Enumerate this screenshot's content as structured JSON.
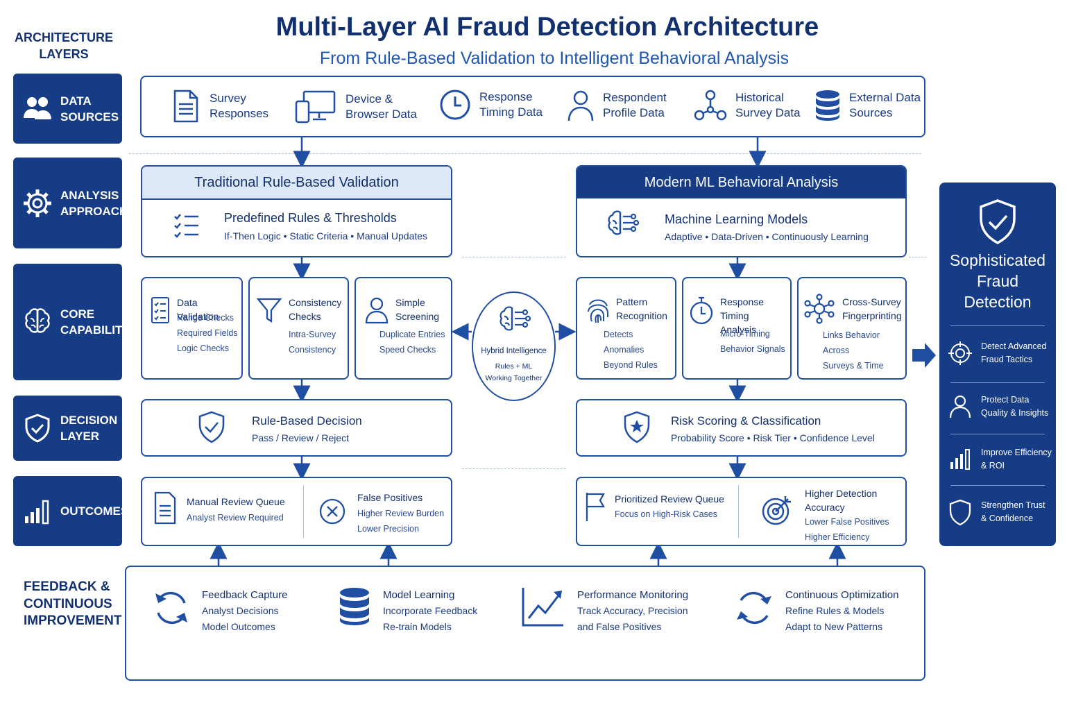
{
  "header": {
    "title": "Multi-Layer AI Fraud Detection Architecture",
    "subtitle": "From Rule-Based Validation to Intelligent Behavioral Analysis"
  },
  "layers": {
    "heading": "ARCHITECTURE\nLAYERS",
    "data_sources": "DATA\nSOURCES",
    "analysis_approach": "ANALYSIS\nAPPROACH",
    "core_capabilities": "CORE\nCAPABILITIES",
    "decision_layer": "DECISION\nLAYER",
    "outcomes": "OUTCOMES",
    "feedback": "FEEDBACK &\nCONTINUOUS\nIMPROVEMENT"
  },
  "sources": [
    {
      "label": "Survey\nResponses",
      "icon": "document-icon"
    },
    {
      "label": "Device &\nBrowser Data",
      "icon": "devices-icon"
    },
    {
      "label": "Response\nTiming Data",
      "icon": "clock-icon"
    },
    {
      "label": "Respondent\nProfile Data",
      "icon": "user-icon"
    },
    {
      "label": "Historical\nSurvey Data",
      "icon": "network-icon"
    },
    {
      "label": "External Data\nSources",
      "icon": "database-icon"
    }
  ],
  "traditional": {
    "header": "Traditional Rule-Based Validation",
    "title": "Predefined Rules & Thresholds",
    "desc": "If-Then Logic • Static Criteria • Manual Updates",
    "cards": [
      {
        "title": "Data Validation",
        "sub": "Range Checks\nRequired Fields\nLogic Checks"
      },
      {
        "title": "Consistency\nChecks",
        "sub": "Intra-Survey\nConsistency"
      },
      {
        "title": "Simple\nScreening",
        "sub": "Duplicate Entries\nSpeed Checks"
      }
    ],
    "decision_title": "Rule-Based Decision",
    "decision_desc": "Pass / Review / Reject",
    "outcomes": [
      {
        "title": "Manual Review Queue",
        "sub": "Analyst Review Required"
      },
      {
        "title": "False Positives",
        "sub": "Higher Review Burden\nLower Precision"
      }
    ]
  },
  "modern": {
    "header": "Modern ML Behavioral Analysis",
    "title": "Machine Learning Models",
    "desc": "Adaptive • Data-Driven • Continuously Learning",
    "cards": [
      {
        "title": "Pattern\nRecognition",
        "sub": "Detects Anomalies\nBeyond Rules"
      },
      {
        "title": "Response Timing\nAnalysis",
        "sub": "Micro-Timing\nBehavior Signals"
      },
      {
        "title": "Cross-Survey\nFingerprinting",
        "sub": "Links Behavior Across\nSurveys & Time"
      }
    ],
    "decision_title": "Risk Scoring & Classification",
    "decision_desc": "Probability Score • Risk Tier • Confidence Level",
    "outcomes": [
      {
        "title": "Prioritized Review Queue",
        "sub": "Focus on High-Risk Cases"
      },
      {
        "title": "Higher Detection\nAccuracy",
        "sub": "Lower False Positives\nHigher Efficiency"
      }
    ]
  },
  "hybrid": {
    "title": "Hybrid Intelligence",
    "sub": "Rules + ML\nWorking Together"
  },
  "result": {
    "title": "Sophisticated\nFraud\nDetection",
    "items": [
      {
        "label": "Detect Advanced\nFraud Tactics",
        "icon": "crosshair-icon"
      },
      {
        "label": "Protect Data\nQuality & Insights",
        "icon": "user-icon"
      },
      {
        "label": "Improve Efficiency\n& ROI",
        "icon": "bar-chart-icon"
      },
      {
        "label": "Strengthen Trust\n& Confidence",
        "icon": "shield-icon"
      }
    ]
  },
  "feedback": [
    {
      "title": "Feedback Capture",
      "sub": "Analyst Decisions\nModel Outcomes",
      "icon": "refresh-icon"
    },
    {
      "title": "Model Learning",
      "sub": "Incorporate Feedback\nRe-train Models",
      "icon": "database-icon"
    },
    {
      "title": "Performance Monitoring",
      "sub": "Track Accuracy, Precision\nand False Positives",
      "icon": "trend-icon"
    },
    {
      "title": "Continuous Optimization",
      "sub": "Refine Rules & Models\nAdapt to New Patterns",
      "icon": "cycle-icon"
    }
  ],
  "colors": {
    "primary": "#153c84",
    "accent": "#1f56b0",
    "light": "#dde8f8"
  }
}
